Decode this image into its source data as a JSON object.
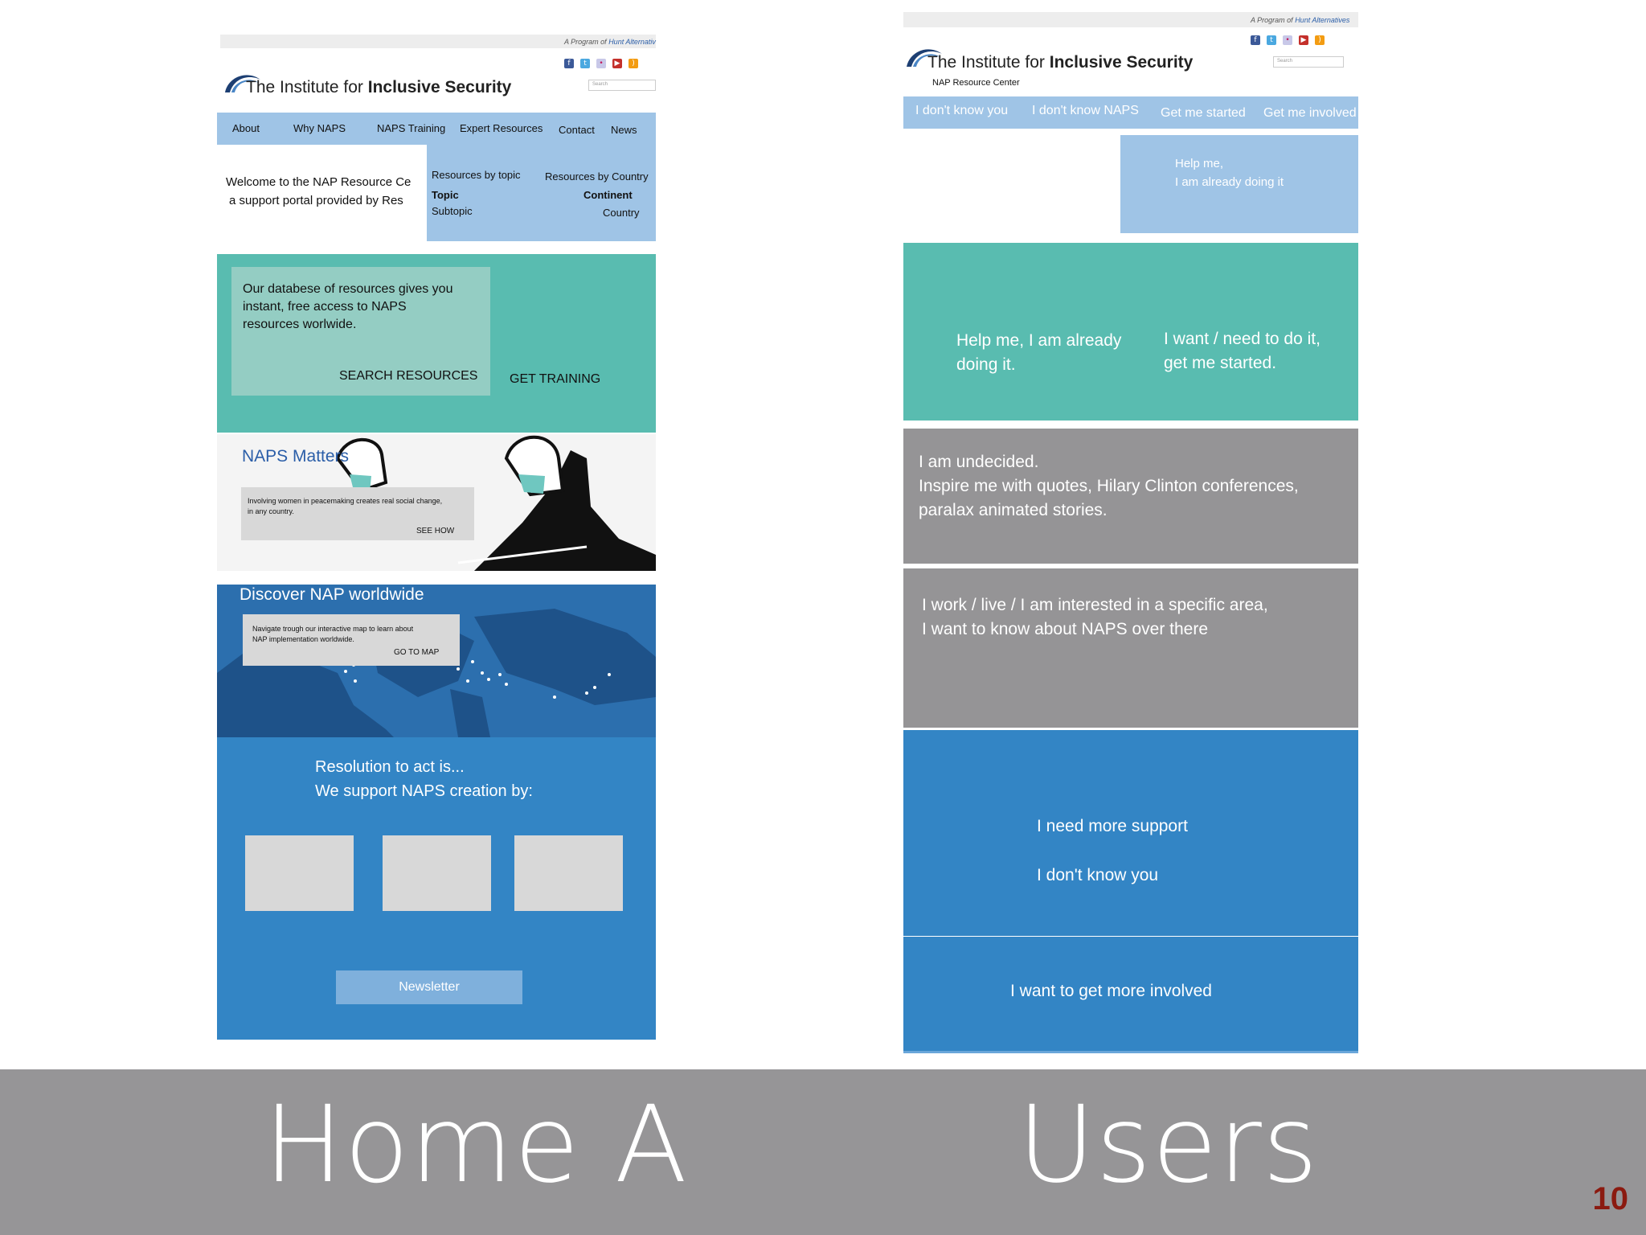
{
  "slide": {
    "caption_left": "Home A",
    "caption_right": "Users",
    "page_number": "10"
  },
  "home_a": {
    "program_prefix": "A Program of ",
    "program_link": "Hunt Alternativ",
    "search_placeholder": "Search",
    "logo_the": "The Institute for ",
    "logo_bold": "Inclusive Security",
    "nav": [
      "About",
      "Why NAPS",
      "NAPS Training",
      "Expert Resources",
      "Contact",
      "News"
    ],
    "welcome_line1": "Welcome to the NAP Resource Ce",
    "welcome_line2": "a support portal provided by Res",
    "mega": {
      "col1_header": "Resources by topic",
      "col1_item1": "Topic",
      "col1_item2": "Subtopic",
      "col2_header": "Resources by Country",
      "col2_item1": "Continent",
      "col2_item2": "Country"
    },
    "database_text": "Our databese of resources gives you\ninstant, free access to NAPS\nresources worlwide.",
    "search_resources": "SEARCH RESOURCES",
    "get_training": "GET TRAINING",
    "naps_matters_title": "NAPS Matters",
    "naps_matters_text": "Involving women in peacemaking  creates real social change,\nin any country.",
    "see_how": "SEE HOW",
    "discover_title": "Discover NAP  worldwide",
    "discover_text": "Navigate trough our interactive map to learn about\nNAP implementation worldwide.",
    "go_to_map": "GO TO MAP",
    "resolution_line1": "Resolution to act is...",
    "resolution_line2": "We support NAPS creation by:",
    "newsletter": "Newsletter"
  },
  "users": {
    "program_prefix": "A Program of ",
    "program_link": "Hunt Alternatives",
    "search_placeholder": "Search",
    "logo_the": "The Institute for ",
    "logo_bold": "Inclusive Security",
    "logo_sub": "NAP Resource Center",
    "nav": [
      "I don't know you",
      "I don't know NAPS",
      "Get me started",
      "Get me involved"
    ],
    "dropdown_text": "Help me,\nI am already doing it",
    "teal_left": "Help me, I am already\ndoing it.",
    "teal_right": "I want / need to do it,\nget me started.",
    "undecided": "I am undecided.\nInspire me with quotes, Hilary Clinton conferences,\nparalax animated stories.",
    "specific_area": "I work / live / I am interested in a specific area,\nI want to know about NAPS over there",
    "more_support": "I need more support",
    "dont_know_you": "I don't know you",
    "get_involved": "I want to get more involved"
  },
  "colors": {
    "nav_light_blue": "#9fc4e6",
    "teal": "#59bcb0",
    "gray": "#959496",
    "blue": "#3385c5",
    "caption_bar": "#969597",
    "page_number": "#8b1a10"
  }
}
